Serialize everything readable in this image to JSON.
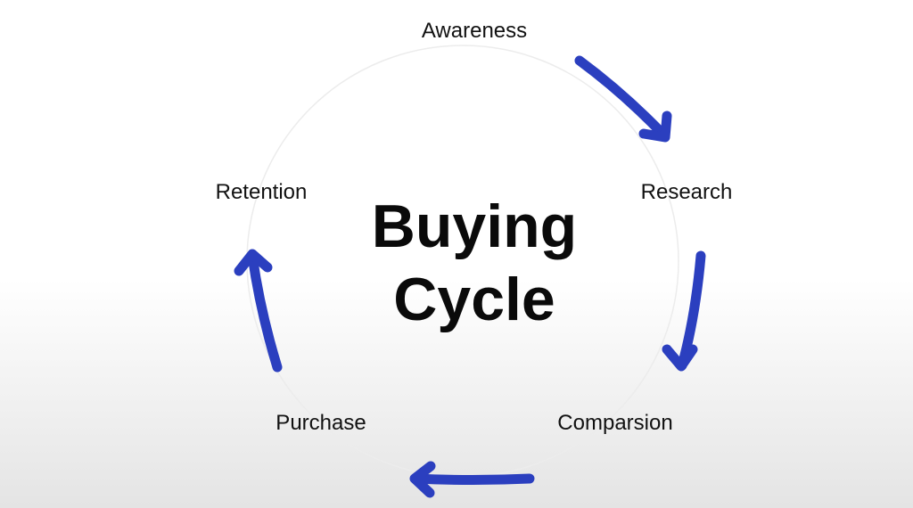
{
  "title": {
    "line1": "Buying",
    "line2": "Cycle"
  },
  "stages": [
    "Awareness",
    "Research",
    "Comparsion",
    "Purchase",
    "Retention"
  ],
  "colors": {
    "arrow": "#2b3fbf",
    "circle": "#eeeeee",
    "text": "#111111"
  }
}
